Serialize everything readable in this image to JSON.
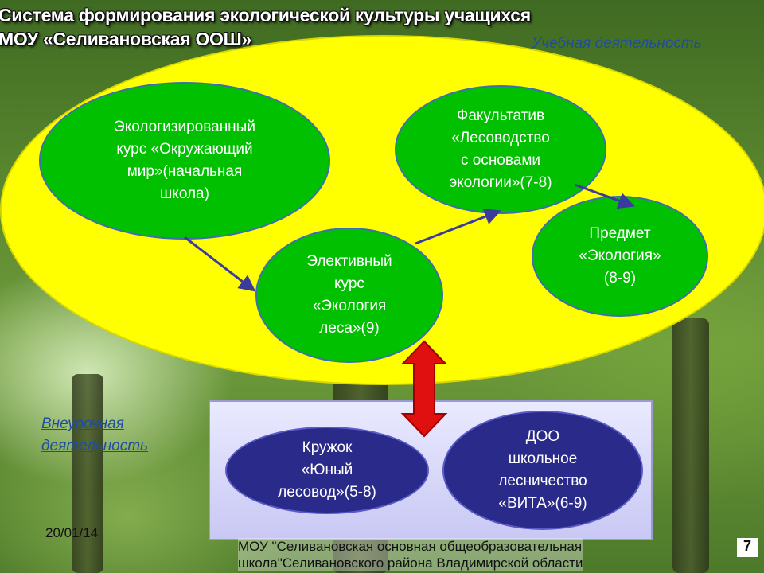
{
  "title": "Система формирования экологической культуры учащихся\nМОУ «Селивановская ООШ»",
  "labels": {
    "study_activity": "Учебная деятельность",
    "extracurricular_activity": "Внеурочная\nдеятельность"
  },
  "nodes": {
    "eco_course": "Экологизированный\nкурс «Окружающий\nмир»(начальная\nшкола)",
    "elective": "Элективный\nкурс\n«Экология\nлеса»(9)",
    "optional": "Факультатив\n«Лесоводство\nс основами\nэкологии»(7-8)",
    "subject": "Предмет\n«Экология»\n(8-9)",
    "club": "Кружок\n«Юный\nлесовод»(5-8)",
    "doo": "ДОО\nшкольное\nлесничество\n«ВИТА»(6-9)"
  },
  "footer": {
    "date": "20/01/14",
    "school": "МОУ \"Селивановская основная общеобразовательная\nшкола\"Селивановского района Владимирской области",
    "page_number": "7"
  },
  "colors": {
    "yellow_area": "#ffff00",
    "green_node": "#00c000",
    "navy_node": "#2a2a8a",
    "arrow": "#3b3b9e",
    "double_arrow": "#e01010"
  }
}
